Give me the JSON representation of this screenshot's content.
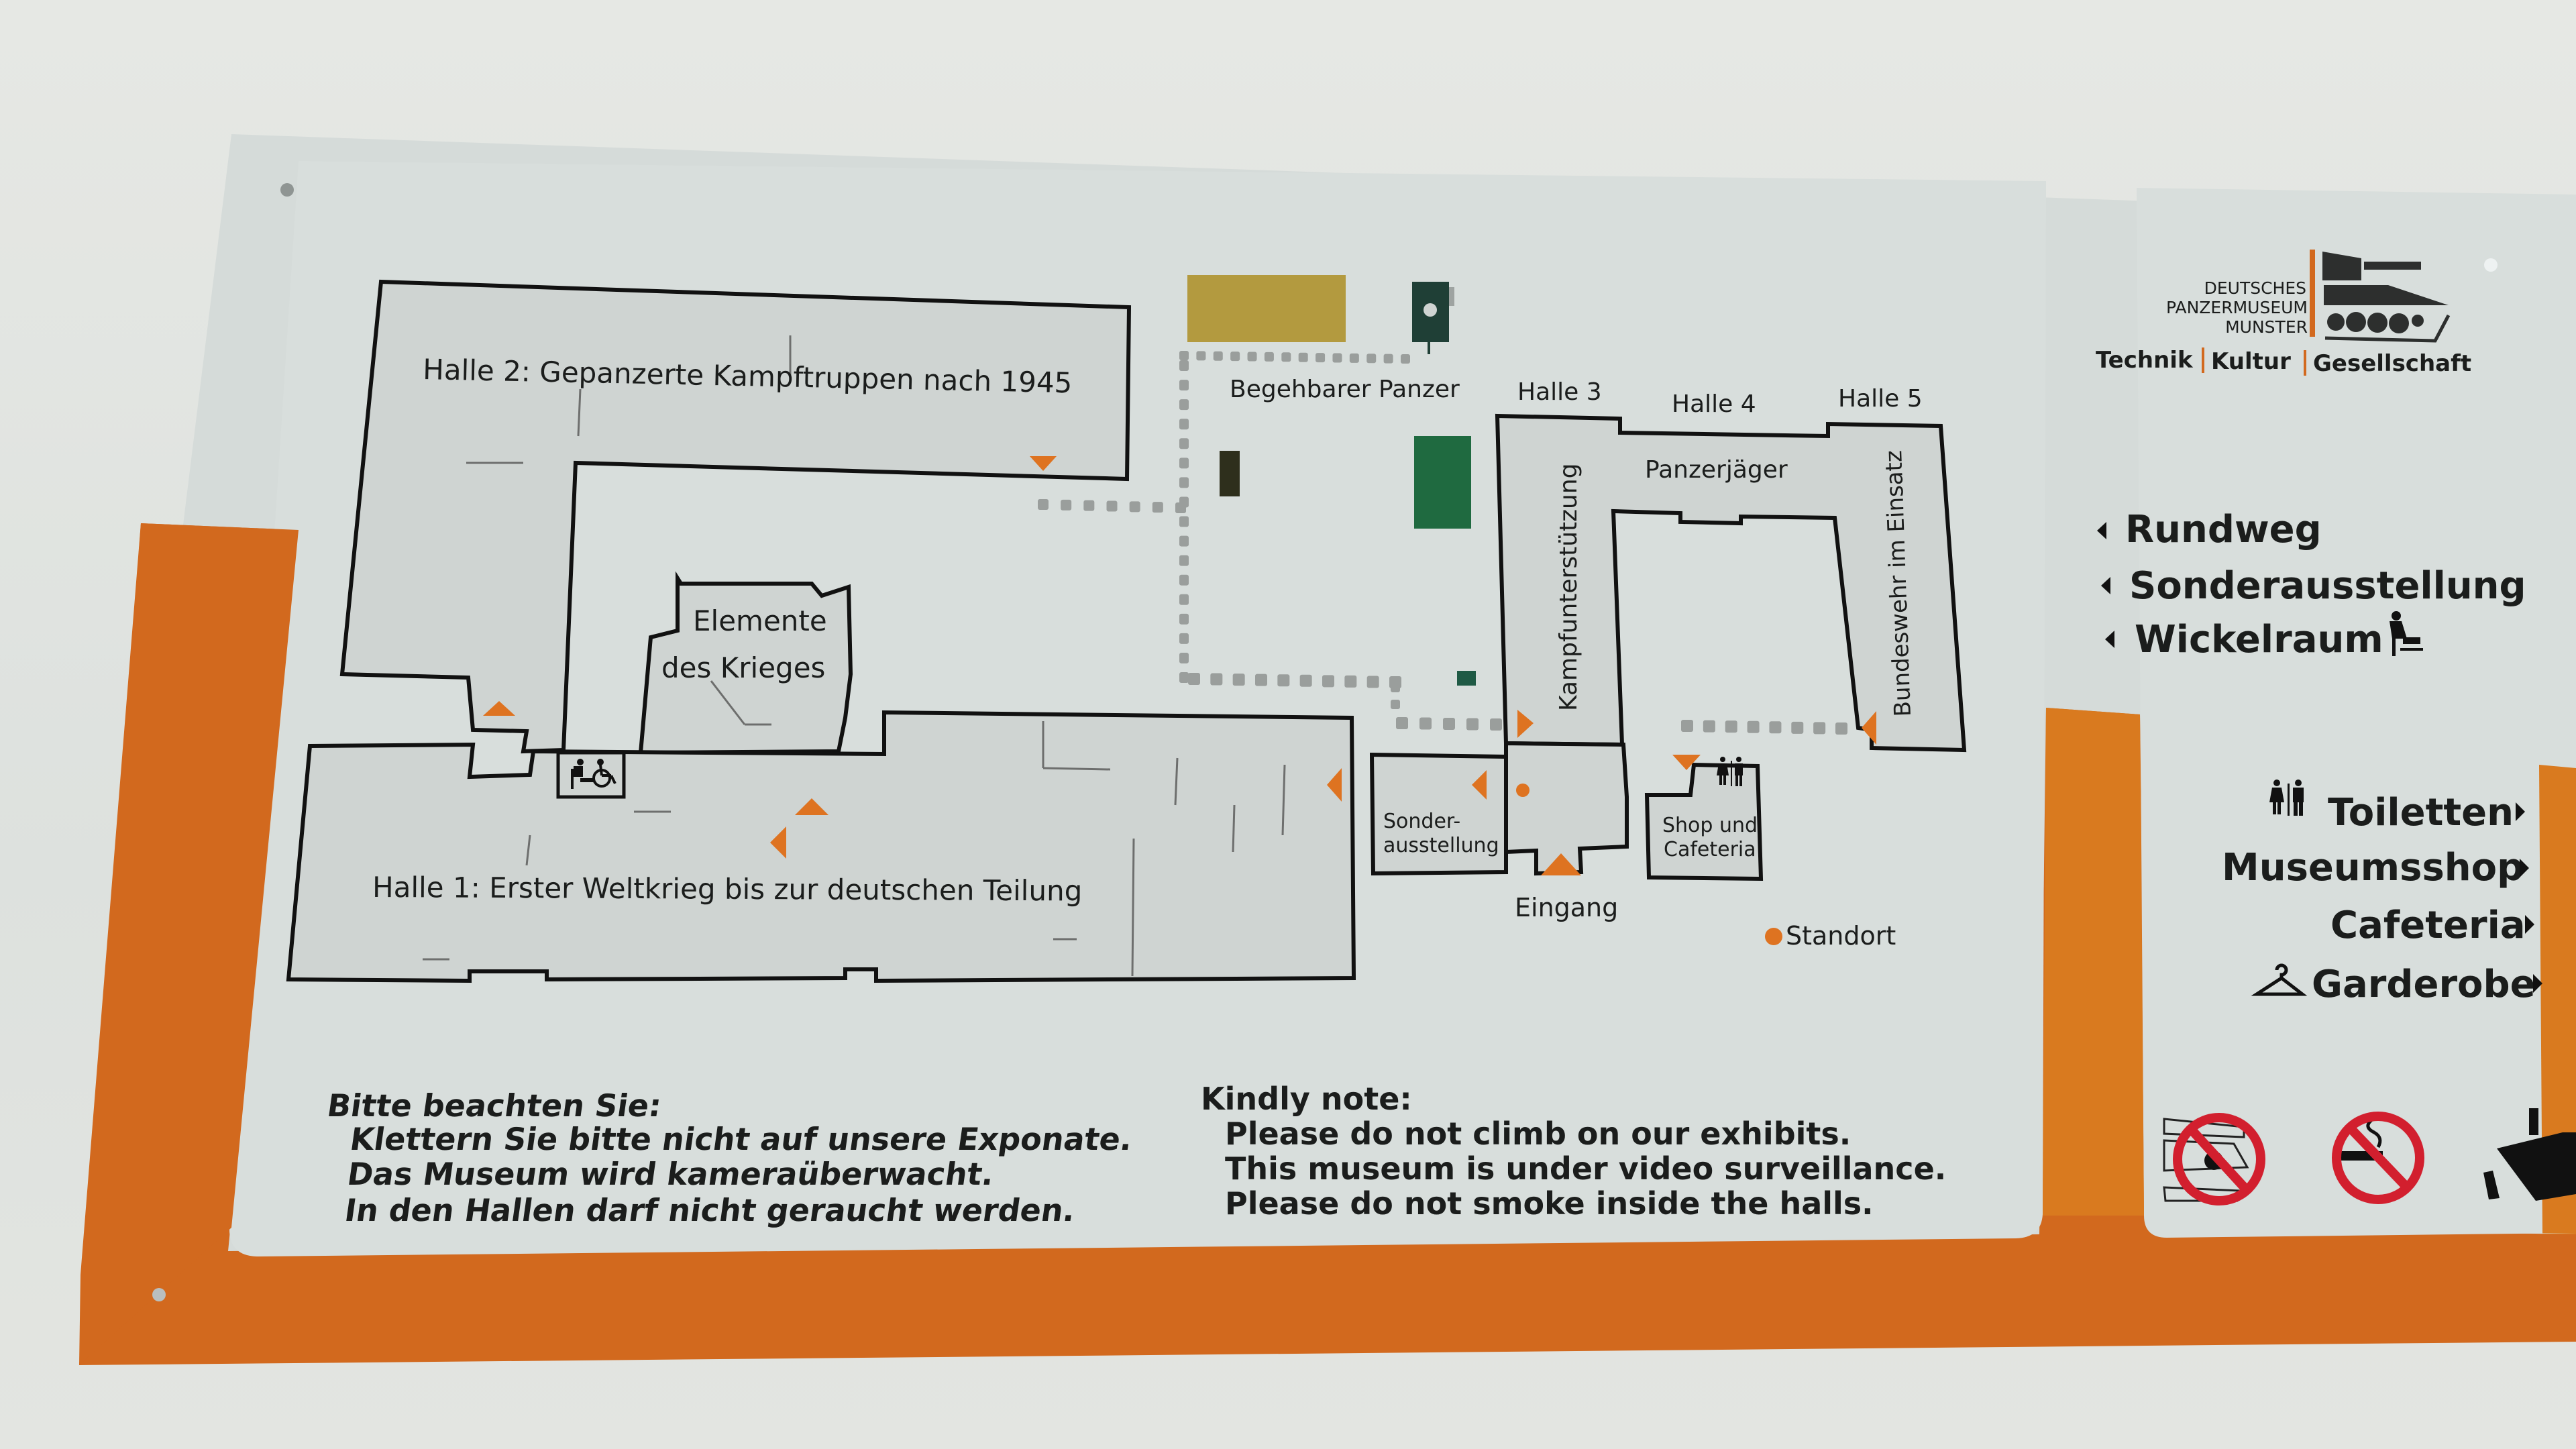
{
  "sign": {
    "colors": {
      "panel": "#d8dedc",
      "accent_orange": "#d2691e",
      "wall_line": "#111111",
      "room_fill": "#cfd4d2",
      "path_dot": "#9a9e9c",
      "tank_olive": "#b39a3f",
      "tank_dark": "#1f3f36",
      "tank_green": "#1f6a40",
      "prohibit_red": "#d21f2e"
    }
  },
  "logo": {
    "line1": "DEUTSCHES",
    "line2": "PANZERMUSEUM",
    "line3": "MUNSTER",
    "tagline": [
      "Technik",
      "Kultur",
      "Gesellschaft"
    ],
    "icon": "tank-logo-icon"
  },
  "map": {
    "halls": {
      "halle1": "Halle 1: Erster Weltkrieg bis zur deutschen Teilung",
      "halle2": "Halle 2: Gepanzerte Kampftruppen nach 1945",
      "halle3": "Halle 3",
      "halle4": "Halle 4",
      "halle5": "Halle 5"
    },
    "rooms": {
      "elemente_line1": "Elemente",
      "elemente_line2": "des Krieges",
      "kampfunterstuetzung": "Kampfunterstützung",
      "panzerjaeger": "Panzerjäger",
      "bundeswehr": "Bundeswehr im Einsatz",
      "sonder_line1": "Sonder-",
      "sonder_line2": "ausstellung",
      "shop_line1": "Shop und",
      "shop_line2": "Cafeteria"
    },
    "outdoor": {
      "begehbarer_panzer": "Begehbarer Panzer"
    },
    "entrance": "Eingang",
    "you_are_here": "Standort",
    "icons": [
      "baby-change-icon",
      "wheelchair-icon",
      "restroom-icon",
      "direction-arrow-icon",
      "location-dot-icon"
    ]
  },
  "directions": {
    "left": [
      {
        "label": "Rundweg",
        "arrow": "left"
      },
      {
        "label": "Sonderausstellung",
        "arrow": "left"
      },
      {
        "label": "Wickelraum",
        "arrow": "left",
        "icon": "baby-change-icon"
      }
    ],
    "right": [
      {
        "label": "Toiletten",
        "arrow": "right",
        "icon": "restroom-icon"
      },
      {
        "label": "Museumsshop",
        "arrow": "right"
      },
      {
        "label": "Cafeteria",
        "arrow": "right"
      },
      {
        "label": "Garderobe",
        "arrow": "right",
        "icon": "coat-hanger-icon"
      }
    ]
  },
  "notes": {
    "de": {
      "heading": "Bitte beachten Sie:",
      "lines": [
        "Klettern Sie bitte nicht auf unsere Exponate.",
        "Das Museum wird kameraüberwacht.",
        "In den Hallen darf nicht geraucht werden."
      ]
    },
    "en": {
      "heading": "Kindly note:",
      "lines": [
        "Please do not climb on our exhibits.",
        "This museum is under video surveillance.",
        "Please do not smoke inside the halls."
      ]
    }
  },
  "pictograms": [
    "no-climbing-icon",
    "no-smoking-icon",
    "cctv-camera-icon"
  ]
}
